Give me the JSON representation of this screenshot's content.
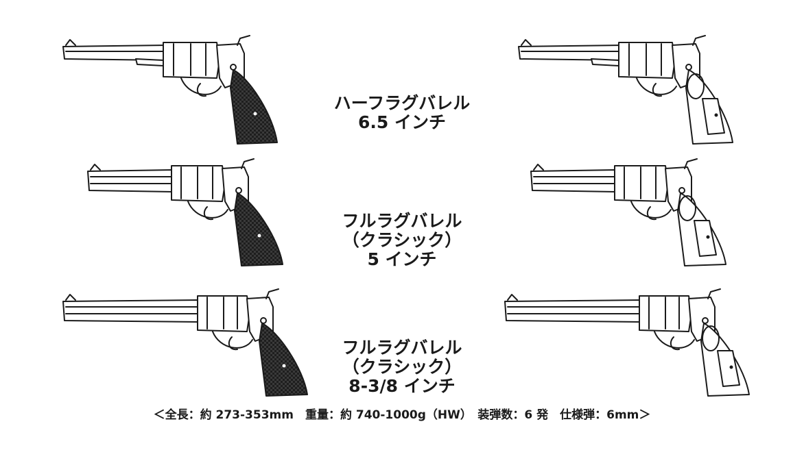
{
  "variants": [
    {
      "lines": [
        "ハーフラグバレル",
        "6.5 インチ"
      ]
    },
    {
      "lines": [
        "フルラグバレル",
        "（クラシック）",
        "5 インチ"
      ]
    },
    {
      "lines": [
        "フルラグバレル",
        "（クラシック）",
        "8-3/8 インチ"
      ]
    }
  ],
  "specs_line": "＜全長：約 273-353mm　重量：約 740-1000g（HW）　装弾数：6 発　仕様弾：6mm＞",
  "colors": {
    "line": "#1a1a1a",
    "grip_dark": "#1e1e1e",
    "background": "#ffffff"
  },
  "icons": [
    "revolver-dark-grip",
    "revolver-outline-grip"
  ]
}
